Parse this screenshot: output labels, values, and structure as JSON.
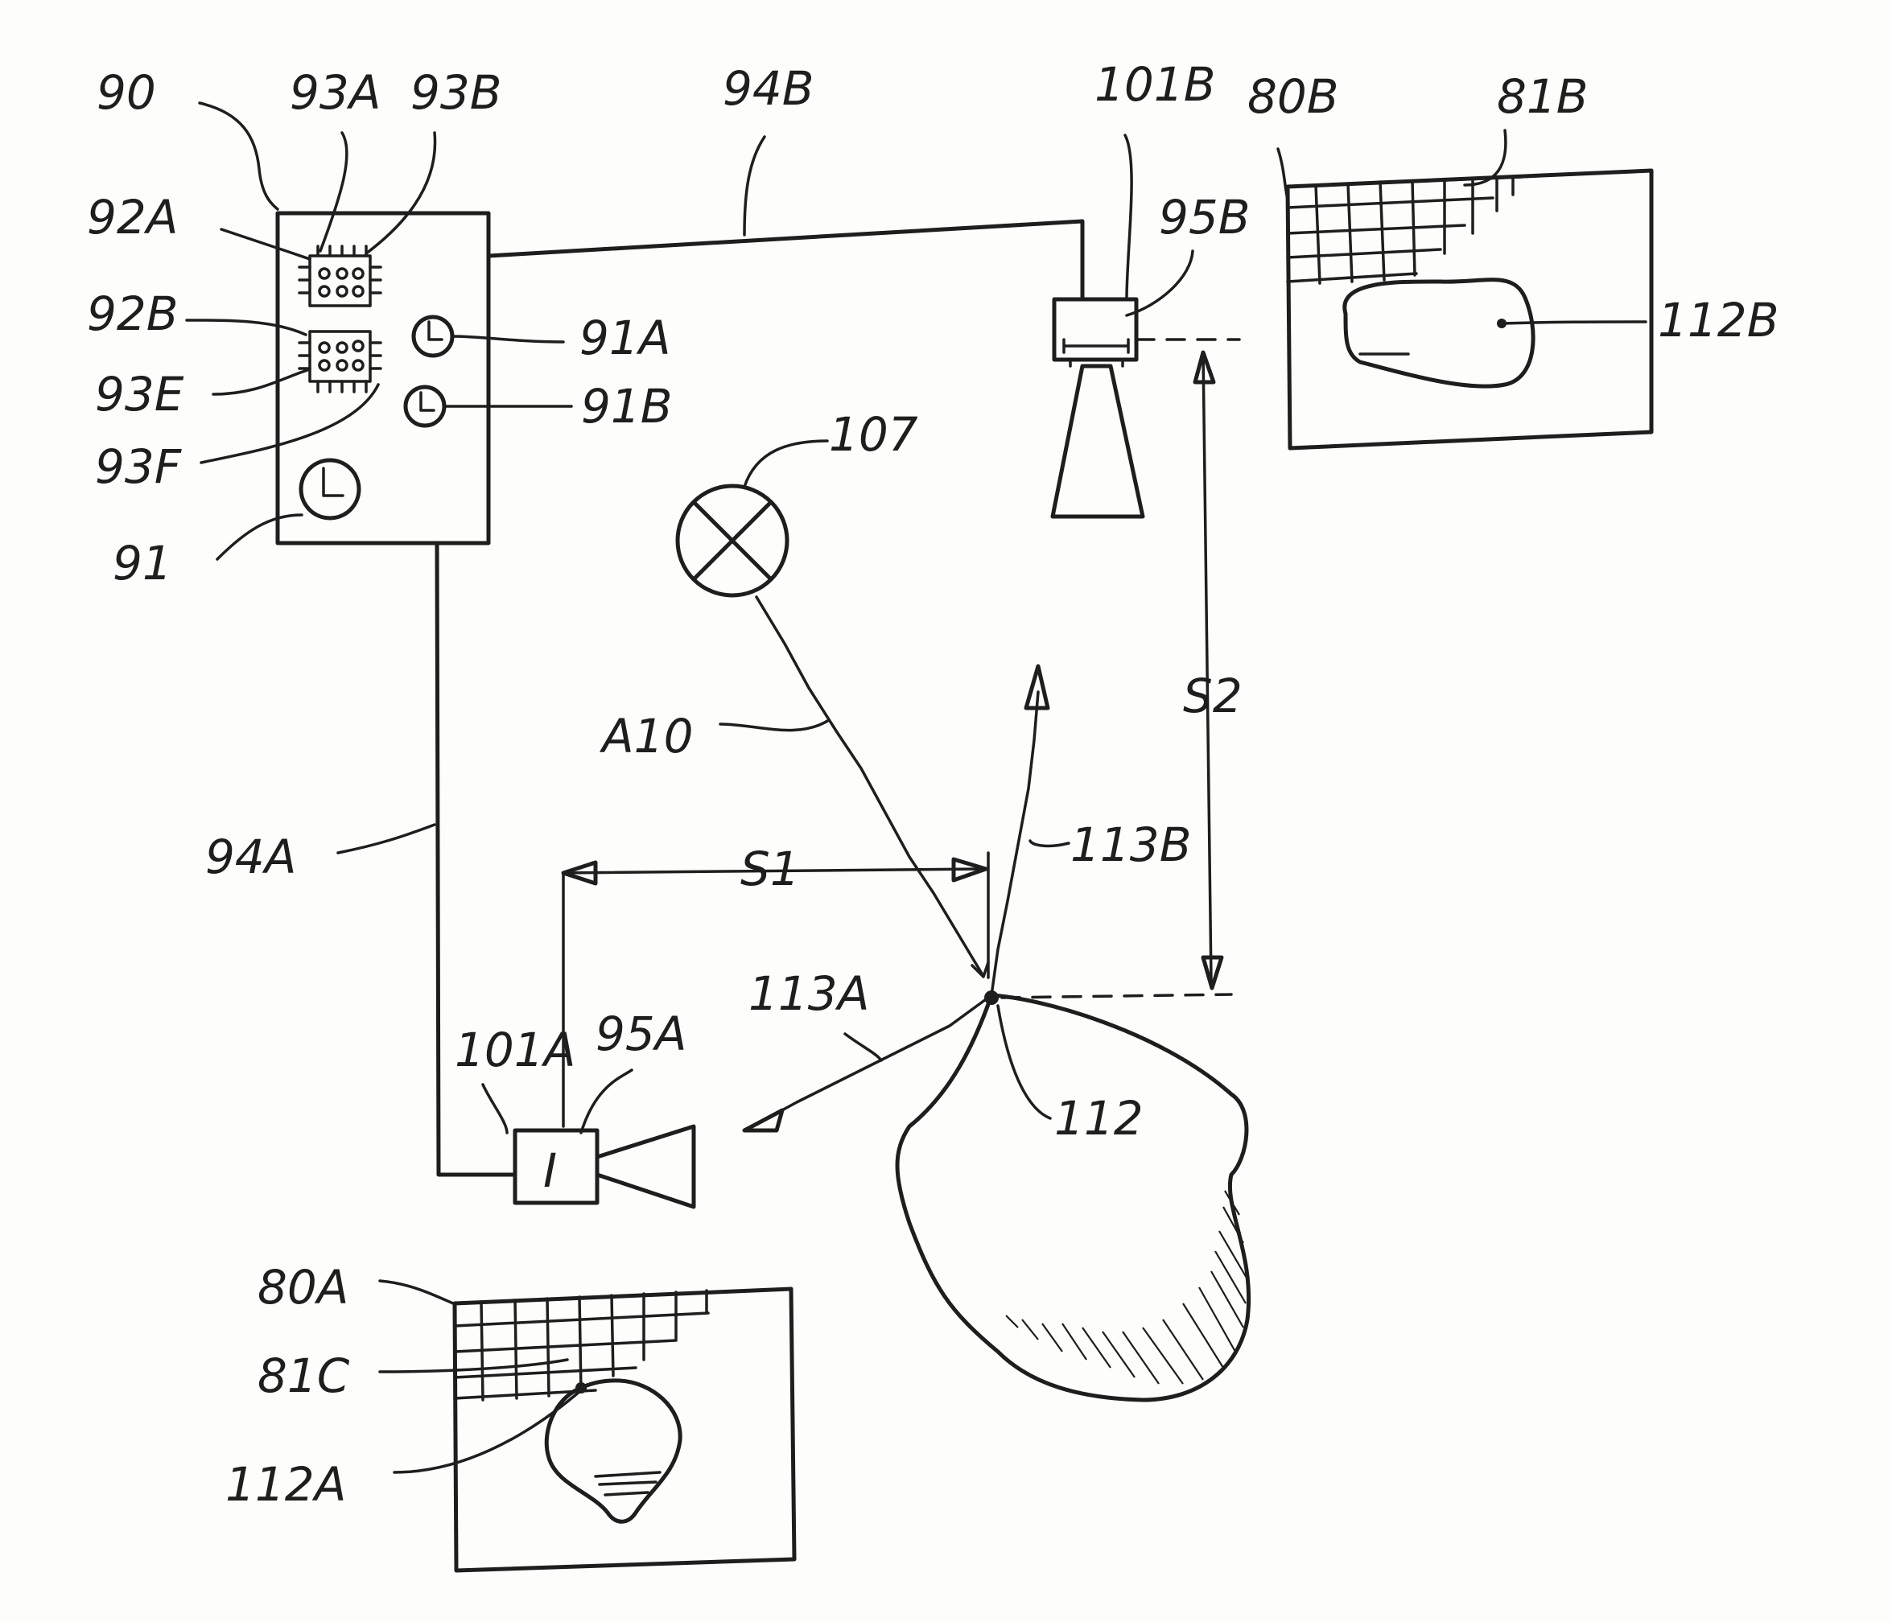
{
  "labels": {
    "l90": "90",
    "l93A": "93A",
    "l93B": "93B",
    "l94B": "94B",
    "l101B": "101B",
    "l80B": "80B",
    "l81B": "81B",
    "l92A": "92A",
    "l95B": "95B",
    "l92B": "92B",
    "l91A": "91A",
    "l112B": "112B",
    "l93E": "93E",
    "l91B": "91B",
    "l93F": "93F",
    "l107": "107",
    "l91": "91",
    "lA10": "A10",
    "lS2": "S2",
    "l94A": "94A",
    "l113B": "113B",
    "lS1": "S1",
    "l113A": "113A",
    "l101A": "101A",
    "l95A": "95A",
    "l112": "112",
    "l80A": "80A",
    "l81C": "81C",
    "l112A": "112A",
    "camA_mark": "I"
  },
  "colors": {
    "ink": "#1e1e1e",
    "paper": "#fdfdfb"
  }
}
